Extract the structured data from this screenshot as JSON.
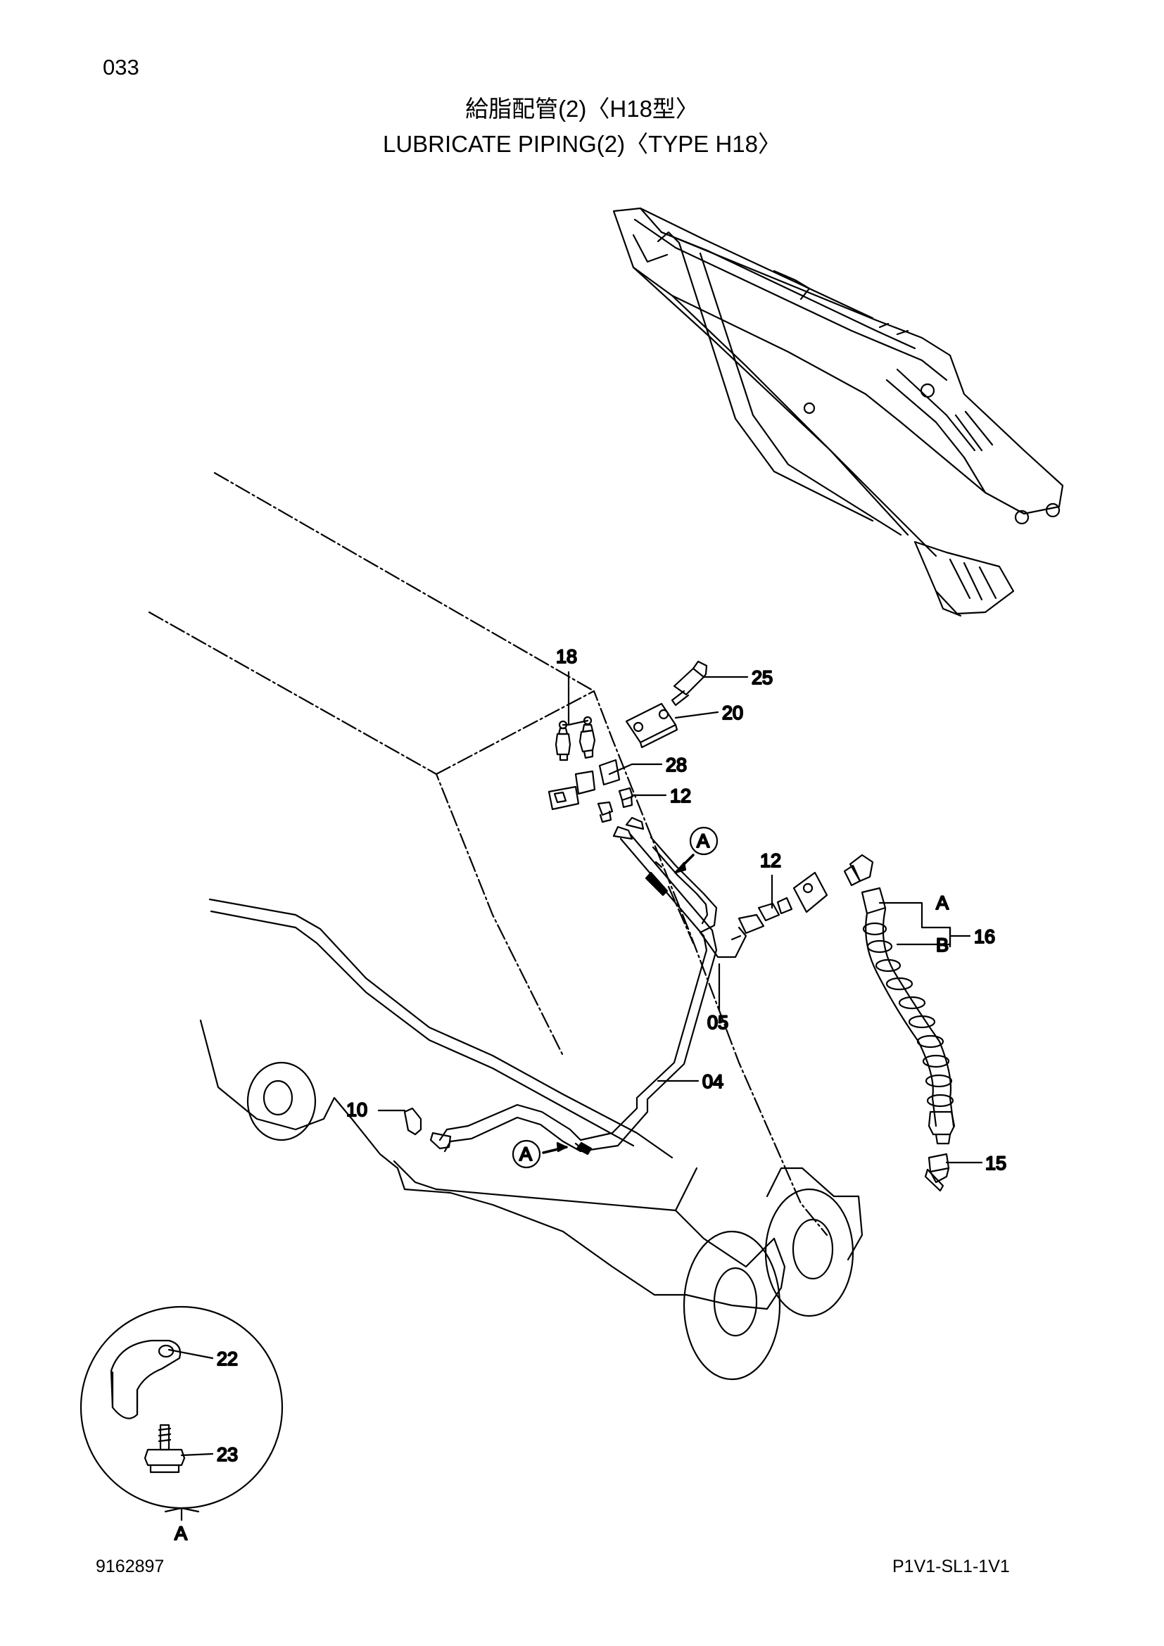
{
  "page_number": "033",
  "title_jp": "給脂配管(2)〈H18型〉",
  "title_en": "LUBRICATE PIPING(2)〈TYPE H18〉",
  "doc_id": "9162897",
  "catalog_id": "P1V1-SL1-1V1",
  "callouts": {
    "p18": "18",
    "p25": "25",
    "p20": "20",
    "p28": "28",
    "p12a": "12",
    "p12b": "12",
    "p16": "16",
    "p05": "05",
    "p04": "04",
    "p10": "10",
    "p15": "15",
    "p22": "22",
    "p23": "23"
  },
  "markers": {
    "view_a_1": "A",
    "view_a_2": "A",
    "detail_a": "A",
    "hose_a": "A",
    "hose_b": "B"
  }
}
